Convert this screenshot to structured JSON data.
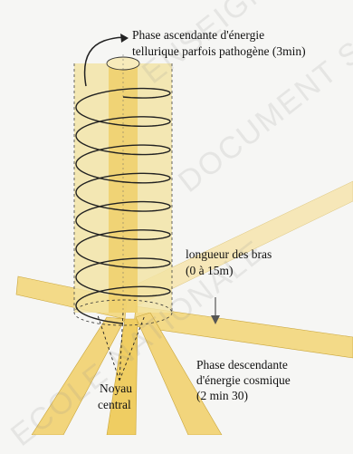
{
  "diagram": {
    "labels": {
      "ascending_line1": "Phase ascendante d'énergie",
      "ascending_line2": "tellurique parfois pathogène (3min)",
      "arm_length_line1": "longueur des bras",
      "arm_length_line2": "(0 à 15m)",
      "descending_line1": "Phase descendante",
      "descending_line2": "d'énergie cosmique",
      "descending_line3": "(2 min 30)",
      "core_line1": "Noyau",
      "core_line2": "central"
    },
    "watermarks": {
      "line1": "ENSEIGNEMENT SUPERIEUR IRREMPLAÇABLE",
      "line2": "DOCUMENT SOUMIS AU DROIT",
      "line3": "ECOLE NATIONALE"
    },
    "colors": {
      "background": "#f6f6f4",
      "column_fill": "#f3e3a2",
      "core_band": "#efcf6a",
      "arm_fill": "#f2d57c",
      "arm_dark": "#e0b847",
      "spiral": "#222222"
    }
  }
}
